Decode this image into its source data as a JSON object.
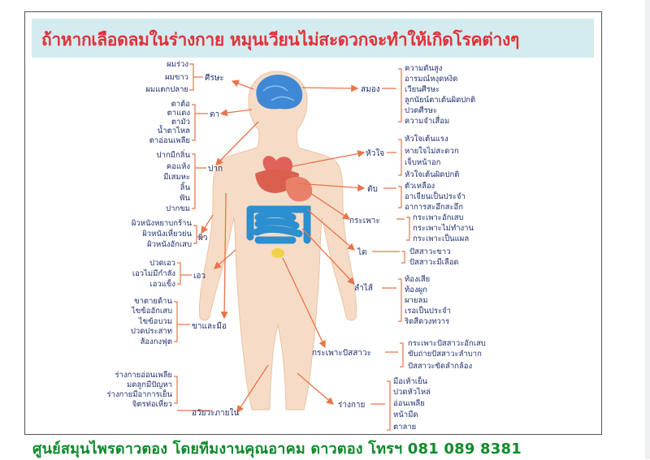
{
  "title": "ถ้าหากเลือดลมในร่างกาย หมุนเวียนไม่สะดวกจะทำให้เกิดโรคต่างๆ",
  "footer": "ศูนย์สมุนไพรดาวตอง โดยทีมงานคุณอาคม ดาวตอง โทรฯ 081 089 8381",
  "colors": {
    "title": "#e0313b",
    "title_bg": "#d4ecef",
    "footer": "#0f8a2a",
    "text": "#1f2f6e",
    "arrow": "#e8734a",
    "body_fill": "#f6dcc6",
    "intestine": "#2b8fd0",
    "organ": "#e0615a"
  },
  "left": {
    "hair": {
      "label": "ศีรษะ",
      "items": [
        "ผมร่วง",
        "ผมขาว",
        "ผมแตกปลาย"
      ]
    },
    "eye": {
      "label": "ตา",
      "items": [
        "ตาต้อ",
        "ตาแดง",
        "ตามัว",
        "น้ำตาไหล",
        "ตาอ่อนเพลีย"
      ]
    },
    "mouth": {
      "label": "ปาก",
      "items": [
        "ปากมีกลิ่น",
        "คอแห้ง",
        "มีเสมหะ",
        "ลิ้น",
        "ฟัน",
        "ปากขม"
      ]
    },
    "skin": {
      "label": "ผิว",
      "items": [
        "ผิวหนังหยาบกร้าน",
        "ผิวหนังเหี่ยวย่น",
        "ผิวหนังอักเสบ"
      ]
    },
    "waist": {
      "label": "เอว",
      "items": [
        "ปวดเอว",
        "เอวไม่มีกำลัง",
        "เอวแข็ง"
      ]
    },
    "limbs": {
      "label": "ขาและมือ",
      "items": [
        "ขาตายด้าน",
        "ไขข้ออักเสบ",
        "ไขข้อบวม",
        "ปวดประสาท",
        "ส้องกงฟุต"
      ]
    },
    "organs": {
      "label": "อวัยวะภายใน",
      "items": [
        "ร่างกายอ่อนเพลีย",
        "มดลูกมีปัญหา",
        "ร่างกายมีอาการเย็น",
        "จิตรท่อเหี่ยว"
      ]
    }
  },
  "right": {
    "brain": {
      "label": "สมอง",
      "items": [
        "ความดันสูง",
        "อารมณ์หงุดหงิด",
        "เวียนศีรษะ",
        "ลูกนัยน์ตาเต้นผิดปกติ",
        "ปวดศีรษะ",
        "ความจำเสื่อม"
      ]
    },
    "heart": {
      "label": "หัวใจ",
      "items": [
        "หัวใจเต้นแรง",
        "หายใจไม่สะดวก",
        "เจ็บหน้าอก",
        "หัวใจเต้นผิดปกติ"
      ]
    },
    "liver": {
      "label": "ตับ",
      "items": [
        "ตัวเหลือง",
        "อาเจียนเป็นประจำ",
        "อาการสะอึกสะอึก"
      ]
    },
    "stomach": {
      "label": "กระเพาะ",
      "items": [
        "กระเพาะอักเสบ",
        "กระเพาะไม่ทำงาน",
        "กระเพาะเป็นแผล"
      ]
    },
    "kidney": {
      "label": "ไต",
      "items": [
        "ปัสสาวะขาว",
        "ปัสสาวะมีเลือด"
      ]
    },
    "intestine": {
      "label": "ลำไส้",
      "items": [
        "ท้องเสีย",
        "ท้องผูก",
        "ผายลม",
        "เรอเป็นประจำ",
        "ริดสีดวงทวาร"
      ]
    },
    "bladder": {
      "label": "กระเพาะปัสสาวะ",
      "items": [
        "กระเพาะปัสสาวะอักเสบ",
        "ขับถ่ายปัสสาวะลำบาก",
        "ปัสสาวะขัดลำกล้อง"
      ]
    },
    "body": {
      "label": "ร่างกาย",
      "items": [
        "มือเท้าเย็น",
        "ปวดหัวไหล่",
        "อ่อนเพลีย",
        "หน้ามืด",
        "ตาลาย"
      ]
    }
  }
}
